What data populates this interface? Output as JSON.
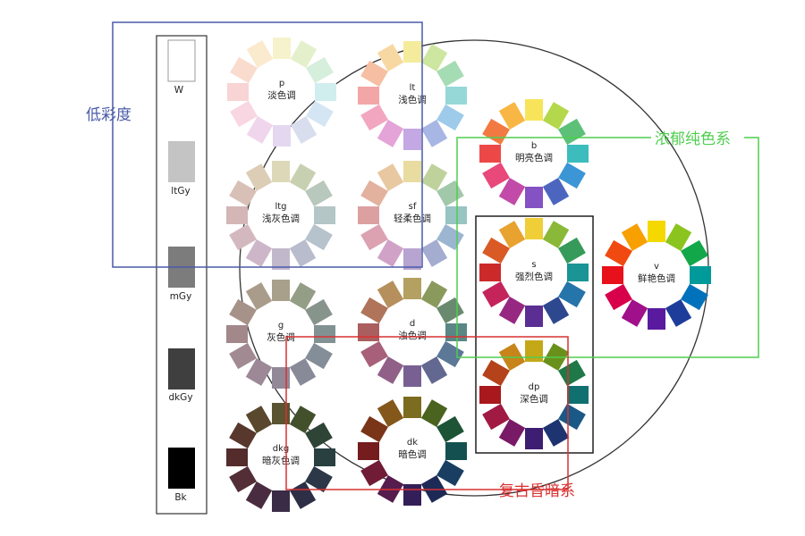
{
  "gray_scale": [
    {
      "code": "W",
      "color": "#ffffff"
    },
    {
      "code": "ltGy",
      "color": "#c4c4c4"
    },
    {
      "code": "mGy",
      "color": "#7c7c7c"
    },
    {
      "code": "dkGy",
      "color": "#3f3f3f"
    },
    {
      "code": "Bk",
      "color": "#000000"
    }
  ],
  "tones": [
    {
      "id": "p",
      "code": "p",
      "name": "淡色调"
    },
    {
      "id": "lt",
      "code": "lt",
      "name": "浅色调"
    },
    {
      "id": "b",
      "code": "b",
      "name": "明亮色调"
    },
    {
      "id": "ltg",
      "code": "ltg",
      "name": "浅灰色调"
    },
    {
      "id": "sf",
      "code": "sf",
      "name": "轻柔色调"
    },
    {
      "id": "s",
      "code": "s",
      "name": "强烈色调"
    },
    {
      "id": "v",
      "code": "v",
      "name": "鲜艳色调"
    },
    {
      "id": "g",
      "code": "g",
      "name": "灰色调"
    },
    {
      "id": "d",
      "code": "d",
      "name": "浊色调"
    },
    {
      "id": "dp",
      "code": "dp",
      "name": "深色调"
    },
    {
      "id": "dkg",
      "code": "dkg",
      "name": "暗灰色调"
    },
    {
      "id": "dk",
      "code": "dk",
      "name": "暗色调"
    }
  ],
  "groups": {
    "low_saturation": {
      "label": "低彩度",
      "color": "#4a5aa8"
    },
    "rich_pure": {
      "label": "浓郁纯色系",
      "color": "#4fce4f"
    },
    "retro_dark": {
      "label": "复古昏暗系",
      "color": "#d93030"
    }
  },
  "hue_colors": {
    "v": [
      "#f5d800",
      "#8bc41e",
      "#12a84a",
      "#009a9a",
      "#0072bb",
      "#1e3d9a",
      "#5a1aa0",
      "#a0108a",
      "#d8004a",
      "#e8101a",
      "#f04a10",
      "#f7a000"
    ],
    "s": [
      "#f0ce38",
      "#8ab838",
      "#369a5a",
      "#1a9494",
      "#2574aa",
      "#2e4890",
      "#5a2e92",
      "#962882",
      "#c4245a",
      "#cc2a2a",
      "#da5a26",
      "#e8a230"
    ],
    "b": [
      "#f8e45a",
      "#b4d84c",
      "#5cc078",
      "#3cbcbc",
      "#3c96d6",
      "#4c66c0",
      "#8452c2",
      "#c24aa8",
      "#e8487a",
      "#ec4848",
      "#f27a42",
      "#f8b644"
    ],
    "dp": [
      "#c4a818",
      "#6a901c",
      "#1e7848",
      "#107070",
      "#1a5886",
      "#1e3470",
      "#3e1e72",
      "#781a66",
      "#a01a44",
      "#a8181c",
      "#b4421a",
      "#c6841a"
    ],
    "lt": [
      "#f4ec9c",
      "#cde6a0",
      "#a6dcb4",
      "#96d8d8",
      "#9ecbea",
      "#a8b6e4",
      "#c4a8e4",
      "#e4a4d8",
      "#f2a6c0",
      "#f2a6a6",
      "#f6bea2",
      "#f8d8a2"
    ],
    "p": [
      "#f6f2cc",
      "#e4f0cc",
      "#d6eedc",
      "#d0eeee",
      "#d4e6f4",
      "#d8deee",
      "#e4d8f0",
      "#f0d6ec",
      "#f8d6e2",
      "#f8d4d4",
      "#fadcce",
      "#faeace"
    ],
    "sf": [
      "#e8dca0",
      "#c0d29c",
      "#a2c8aa",
      "#98c4c4",
      "#9cb6d2",
      "#a4acd0",
      "#b8a4d0",
      "#d0a2c8",
      "#dca2b2",
      "#dca0a0",
      "#e2b29e",
      "#e8c8a0"
    ],
    "ltg": [
      "#ddd8b8",
      "#c8d0b2",
      "#b8c8bc",
      "#b4c6c6",
      "#b6c2cc",
      "#b8bccc",
      "#c2b8cc",
      "#ccb6c8",
      "#d4b8c0",
      "#d4b6b6",
      "#d8c0b6",
      "#dccdb6"
    ],
    "d": [
      "#b4a060",
      "#8a9a5c",
      "#6a8a70",
      "#5a8686",
      "#5c7896",
      "#626890",
      "#786092",
      "#906088",
      "#a8607a",
      "#aa5e5e",
      "#b0745a",
      "#b6905c"
    ],
    "g": [
      "#a8a08a",
      "#949e86",
      "#86948c",
      "#829292",
      "#848e98",
      "#888a98",
      "#928898",
      "#9c8896",
      "#a28a92",
      "#a2888a",
      "#a69288",
      "#aa9c8a"
    ],
    "dk": [
      "#7c6c20",
      "#4a6420",
      "#1e5436",
      "#145050",
      "#1a3e62",
      "#1e2a56",
      "#341e58",
      "#561c4e",
      "#701c36",
      "#741c1e",
      "#7a3418",
      "#84581a"
    ],
    "dkg": [
      "#5a5432",
      "#42502c",
      "#2e4436",
      "#2a4040",
      "#2c3848",
      "#2e2e46",
      "#3a2c46",
      "#4a2c40",
      "#542e36",
      "#542c2c",
      "#58382c",
      "#5a482e"
    ]
  }
}
